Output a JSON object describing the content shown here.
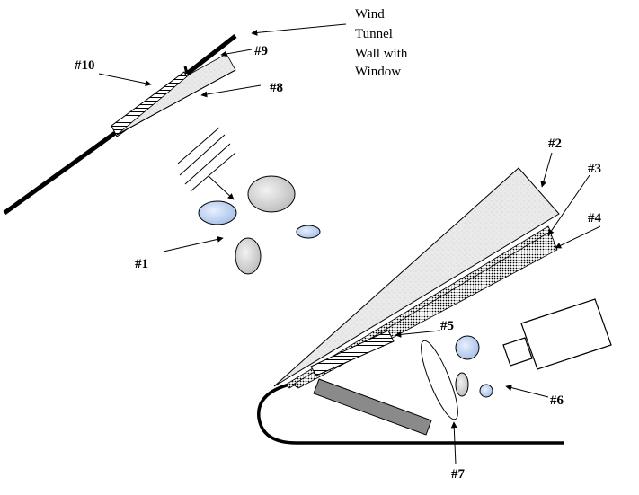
{
  "labels": {
    "wall_line1": "Wind",
    "wall_line2": "Tunnel",
    "wall_line3": "Wall with",
    "wall_line4": "Window",
    "n1": "#1",
    "n2": "#2",
    "n3": "#3",
    "n4": "#4",
    "n5": "#5",
    "n6": "#6",
    "n7": "#7",
    "n8": "#8",
    "n9": "#9",
    "n10": "#10"
  },
  "colors": {
    "line": "#000000",
    "bubble_blue": "#cfe0f8",
    "bubble_blue_dark": "#b4cbf0",
    "grey_stone": "#dcdcdc",
    "dark_plate": "#8a8a8a",
    "wedge_fill": "#eeeeee"
  }
}
